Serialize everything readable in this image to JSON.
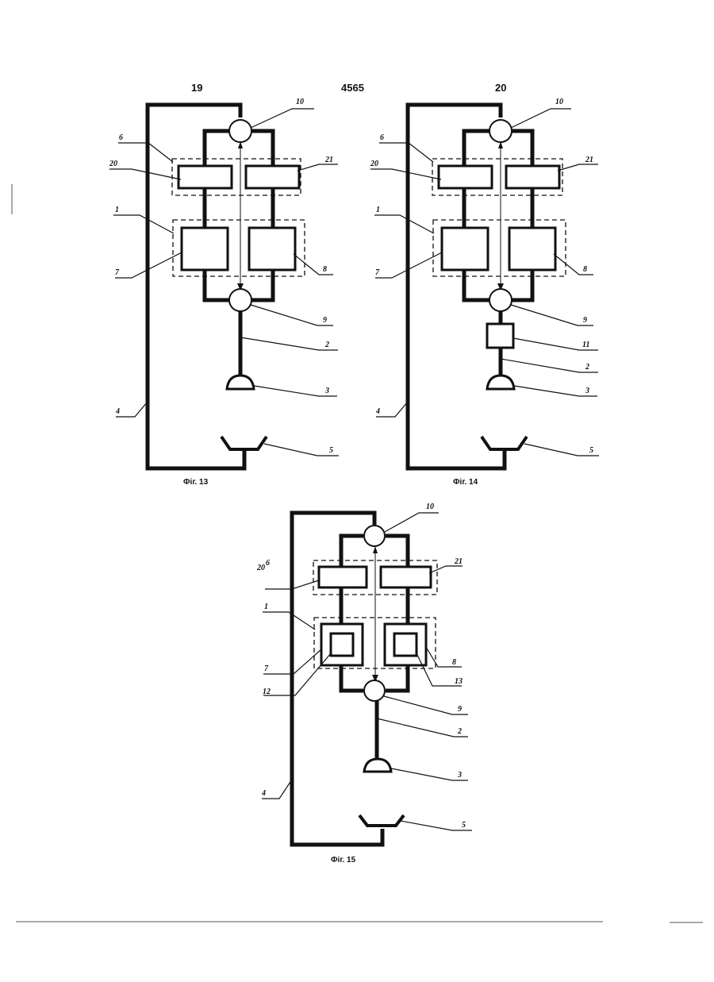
{
  "header": {
    "left_page": "19",
    "doc_number": "4565",
    "right_page": "20"
  },
  "figures": [
    {
      "caption": "Фіг. 13",
      "labels": {
        "l10": "10",
        "l6": "6",
        "l20": "20",
        "l21": "21",
        "l1": "1",
        "l7": "7",
        "l8": "8",
        "l9": "9",
        "l2": "2",
        "l3": "3",
        "l4": "4",
        "l5": "5"
      }
    },
    {
      "caption": "Фіг. 14",
      "labels": {
        "l10": "10",
        "l6": "6",
        "l20": "20",
        "l21": "21",
        "l1": "1",
        "l7": "7",
        "l8": "8",
        "l9": "9",
        "l11": "11",
        "l2": "2",
        "l3": "3",
        "l4": "4",
        "l5": "5"
      }
    },
    {
      "caption": "Фіг. 15",
      "labels": {
        "l10": "10",
        "l6": "6",
        "l20": "20",
        "l21": "21",
        "l1": "1",
        "l7": "7",
        "l12": "12",
        "l8": "8",
        "l13": "13",
        "l9": "9",
        "l2": "2",
        "l3": "3",
        "l4": "4",
        "l5": "5"
      }
    }
  ]
}
